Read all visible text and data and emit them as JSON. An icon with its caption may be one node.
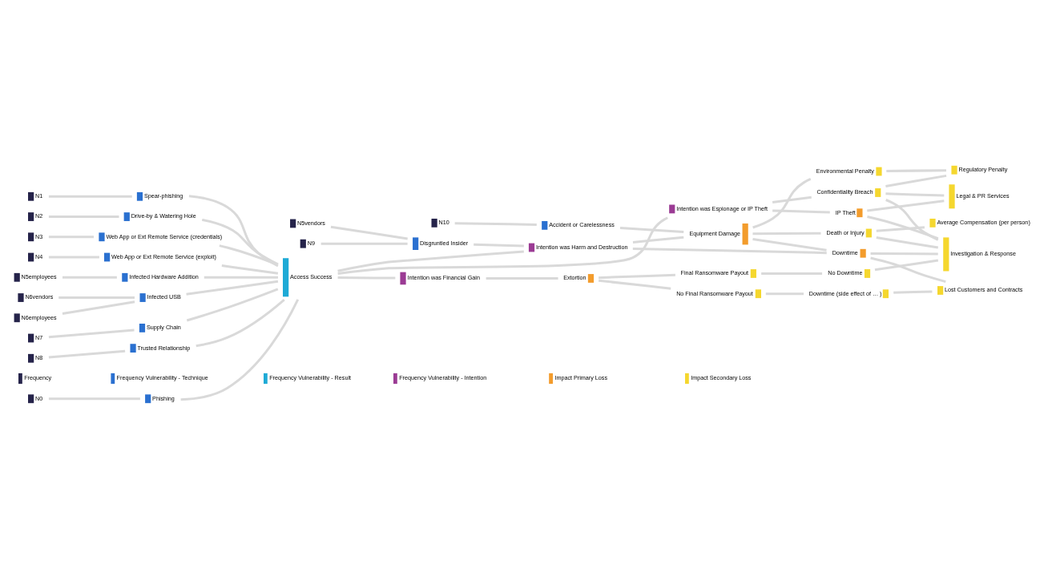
{
  "diagram": {
    "nodes": [
      {
        "text": [
          "N0"
        ]
      },
      {
        "text": [
          "N1"
        ]
      },
      {
        "text": [
          "N2"
        ]
      },
      {
        "text": [
          "N3"
        ]
      },
      {
        "text": [
          "N10"
        ]
      },
      {
        "text": [
          "N4"
        ]
      },
      {
        "text": [
          "N5employees"
        ]
      },
      {
        "text": [
          "N5vendors"
        ]
      },
      {
        "text": [
          "N9"
        ]
      },
      {
        "text": [
          "N6employees"
        ]
      },
      {
        "text": [
          "N6vendors"
        ]
      },
      {
        "text": [
          "N7"
        ]
      },
      {
        "text": [
          "N8"
        ]
      },
      {
        "text": [
          "Phishing"
        ]
      },
      {
        "text": [
          "Spear-phishing"
        ]
      },
      {
        "text": [
          "Drive-by & Watering Hole"
        ]
      },
      {
        "text": [
          "Web App or Ext Remote Service (credentials)"
        ]
      },
      {
        "text": [
          "Accident or Carelessness"
        ]
      },
      {
        "text": [
          "Web App or Ext Remote Service (exploit)"
        ]
      },
      {
        "text": [
          "Infected Hardware Addition"
        ]
      },
      {
        "text": [
          "Disgruntled Insider"
        ]
      },
      {
        "text": [
          "Infected USB"
        ]
      },
      {
        "text": [
          "Supply Chain"
        ]
      },
      {
        "text": [
          "Trusted Relationship"
        ]
      },
      {
        "text": [
          "Access Success"
        ]
      },
      {
        "text": [
          "Intention was Espionage or IP Theft"
        ]
      },
      {
        "text": [
          "Intention was Harm and Destruction"
        ]
      },
      {
        "text": [
          "Intention was Financial Gain"
        ]
      },
      {
        "text": [
          "Equipment Damage"
        ]
      },
      {
        "text": [
          "Extortion"
        ]
      },
      {
        "text": [
          "Final Ransomware Payout"
        ]
      },
      {
        "text": [
          "No Final Ransomware Payout"
        ]
      },
      {
        "text": [
          "IP Theft"
        ]
      },
      {
        "text": [
          "Downtime"
        ]
      },
      {
        "text": [
          "Death or Injury"
        ]
      },
      {
        "text": [
          "Confidentiality Breach"
        ]
      },
      {
        "text": [
          "No Downtime"
        ]
      },
      {
        "text": [
          "Environmental Penalty"
        ]
      },
      {
        "text": [
          "Downtime (side effect of … )"
        ]
      },
      {
        "text": [
          "Legal & PR Services"
        ]
      },
      {
        "text": [
          "Investigation & Response"
        ]
      },
      {
        "text": [
          "Average Compensation (per person)"
        ]
      },
      {
        "text": [
          "Regulatory Penalty"
        ]
      },
      {
        "text": [
          "Lost Customers and Contracts"
        ]
      }
    ],
    "edges": [
      {
        "from": 0,
        "to": 13,
        "arrow": "none"
      },
      {
        "from": 1,
        "to": 14,
        "arrow": "none"
      },
      {
        "from": 2,
        "to": 15,
        "arrow": "none"
      },
      {
        "from": 3,
        "to": 16,
        "arrow": "none"
      },
      {
        "from": 4,
        "to": 17,
        "arrow": "none"
      },
      {
        "from": 5,
        "to": 18,
        "arrow": "none"
      },
      {
        "from": 6,
        "to": 19,
        "arrow": "none"
      },
      {
        "from": 7,
        "to": 20,
        "arrow": "none"
      },
      {
        "from": 8,
        "to": 20,
        "arrow": "none"
      },
      {
        "from": 9,
        "to": 21,
        "arrow": "none"
      },
      {
        "from": 10,
        "to": 21,
        "arrow": "none"
      },
      {
        "from": 11,
        "to": 22,
        "arrow": "none"
      },
      {
        "from": 12,
        "to": 23,
        "arrow": "none"
      },
      {
        "from": 13,
        "to": 24,
        "arrow": "none"
      },
      {
        "from": 14,
        "to": 24,
        "arrow": "none"
      },
      {
        "from": 15,
        "to": 24,
        "arrow": "none"
      },
      {
        "from": 16,
        "to": 24,
        "arrow": "none"
      },
      {
        "from": 17,
        "to": 28,
        "arrow": "none"
      },
      {
        "from": 18,
        "to": 24,
        "arrow": "none"
      },
      {
        "from": 19,
        "to": 24,
        "arrow": "none"
      },
      {
        "from": 20,
        "to": 26,
        "arrow": "none"
      },
      {
        "from": 21,
        "to": 24,
        "arrow": "none"
      },
      {
        "from": 22,
        "to": 24,
        "arrow": "none"
      },
      {
        "from": 23,
        "to": 24,
        "arrow": "none"
      },
      {
        "from": 24,
        "to": 25,
        "arrow": "none"
      },
      {
        "from": 24,
        "to": 26,
        "arrow": "none"
      },
      {
        "from": 24,
        "to": 27,
        "arrow": "none"
      },
      {
        "from": 25,
        "to": 32,
        "arrow": "none"
      },
      {
        "from": 25,
        "to": 35,
        "arrow": "none"
      },
      {
        "from": 26,
        "to": 28,
        "arrow": "none"
      },
      {
        "from": 26,
        "to": 33,
        "arrow": "none"
      },
      {
        "from": 27,
        "to": 29,
        "arrow": "none"
      },
      {
        "from": 29,
        "to": 30,
        "arrow": "none"
      },
      {
        "from": 29,
        "to": 31,
        "arrow": "none"
      },
      {
        "from": 28,
        "to": 33,
        "arrow": "none"
      },
      {
        "from": 28,
        "to": 34,
        "arrow": "none"
      },
      {
        "from": 28,
        "to": 37,
        "arrow": "none"
      },
      {
        "from": 30,
        "to": 36,
        "arrow": "none"
      },
      {
        "from": 31,
        "to": 38,
        "arrow": "none"
      },
      {
        "from": 32,
        "to": 39,
        "arrow": "none"
      },
      {
        "from": 32,
        "to": 40,
        "arrow": "none"
      },
      {
        "from": 33,
        "to": 40,
        "arrow": "none"
      },
      {
        "from": 33,
        "to": 43,
        "arrow": "none"
      },
      {
        "from": 34,
        "to": 40,
        "arrow": "none"
      },
      {
        "from": 34,
        "to": 41,
        "arrow": "none"
      },
      {
        "from": 35,
        "to": 39,
        "arrow": "none"
      },
      {
        "from": 35,
        "to": 40,
        "arrow": "none"
      },
      {
        "from": 35,
        "to": 42,
        "arrow": "none"
      },
      {
        "from": 36,
        "to": 40,
        "arrow": "none"
      },
      {
        "from": 37,
        "to": 42,
        "arrow": "none"
      },
      {
        "from": 38,
        "to": 43,
        "arrow": "none"
      }
    ],
    "legend": [
      {
        "text": "Frequency",
        "color": "#25234a"
      },
      {
        "text": "Frequency Vulnerability - Technique",
        "color": "#2a70d0"
      },
      {
        "text": "Frequency Vulnerability - Result",
        "color": "#1eaad6"
      },
      {
        "text": "Frequency Vulnerability - Intention",
        "color": "#9b3b94"
      },
      {
        "text": "Impact Primary Loss",
        "color": "#f39c2c"
      },
      {
        "text": "Impact Secondary Loss",
        "color": "#f5d72e"
      }
    ]
  }
}
